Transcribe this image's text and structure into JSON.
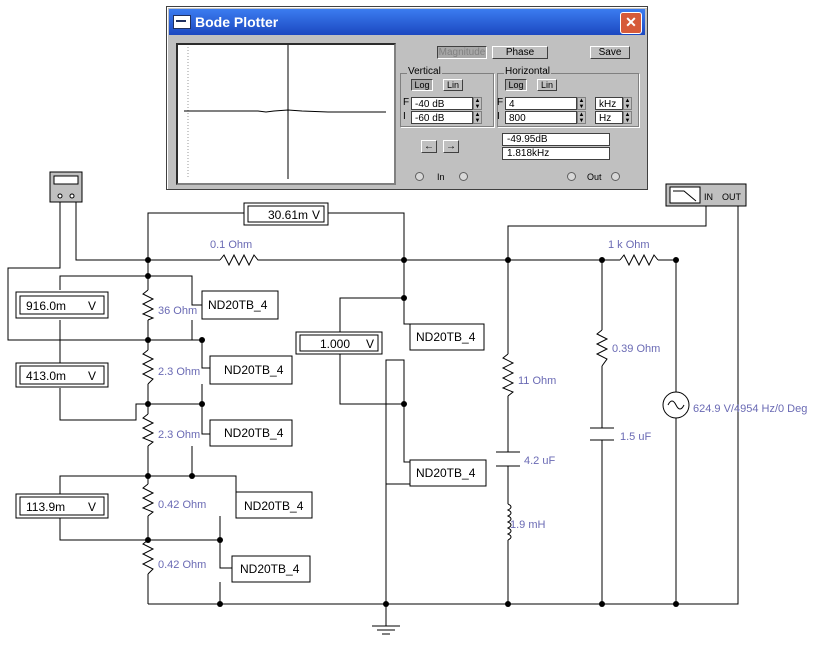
{
  "bode": {
    "title": "Bode Plotter",
    "close": "✕",
    "magnitude": "Magnitude",
    "phase": "Phase",
    "save": "Save",
    "vertical": {
      "label": "Vertical",
      "log": "Log",
      "lin": "Lin",
      "f_label": "F",
      "f_value": "-40 dB",
      "i_label": "I",
      "i_value": "-60 dB"
    },
    "horizontal": {
      "label": "Horizontal",
      "log": "Log",
      "lin": "Lin",
      "f_label": "F",
      "f_value": "4",
      "f_unit": "kHz",
      "i_label": "I",
      "i_value": "800",
      "i_unit": "Hz"
    },
    "readout_db": "-49.95dB",
    "readout_freq": "1.818kHz",
    "left_arrow": "←",
    "right_arrow": "→",
    "in_label": "In",
    "out_label": "Out"
  },
  "meters": {
    "top": {
      "value": "30.61m",
      "unit": "V"
    },
    "m916": {
      "value": "916.0m",
      "unit": "V"
    },
    "m413": {
      "value": "413.0m",
      "unit": "V"
    },
    "m1000": {
      "value": "1.000",
      "unit": "V"
    },
    "m113": {
      "value": "113.9m",
      "unit": "V"
    }
  },
  "labels": {
    "r01": "0.1  Ohm",
    "r1k": "1 k Ohm",
    "r36": "36  Ohm",
    "r23a": "2.3  Ohm",
    "r23b": "2.3  Ohm",
    "r042a": "0.42  Ohm",
    "r042b": "0.42  Ohm",
    "r11": "11  Ohm",
    "c42": "4.2 uF",
    "l19": "1.9 mH",
    "r039": "0.39  Ohm",
    "c15": "1.5 uF",
    "source": "624.9 V/4954 Hz/0 Deg"
  },
  "nd": {
    "n1": "ND20TB_4",
    "n2": "ND20TB_4",
    "n3": "ND20TB_4",
    "n4": "ND20TB_4",
    "n5": "ND20TB_4",
    "n6": "ND20TB_4",
    "n7": "ND20TB_4"
  },
  "bode_icon": {
    "in": "IN",
    "out": "OUT"
  }
}
